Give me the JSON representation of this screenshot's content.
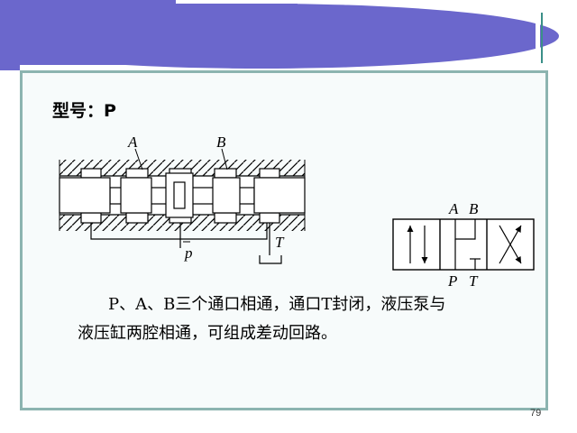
{
  "slide": {
    "title": "型号：P",
    "page_number": "79",
    "caption": {
      "line1": "P、A、B三个通口相通，通口T封闭，液压泵与",
      "line2": "液压缸两腔相通，可组成差动回路。"
    }
  },
  "valve_section": {
    "labels": {
      "a": "A",
      "b": "B",
      "p": "p",
      "t": "T"
    }
  },
  "valve_symbol": {
    "labels": {
      "a": "A",
      "b": "B",
      "p": "P",
      "t": "T"
    }
  },
  "colors": {
    "banner": "#6b67cc",
    "frame_border": "#8cb4b0",
    "accent_teal": "#3a8f88"
  }
}
